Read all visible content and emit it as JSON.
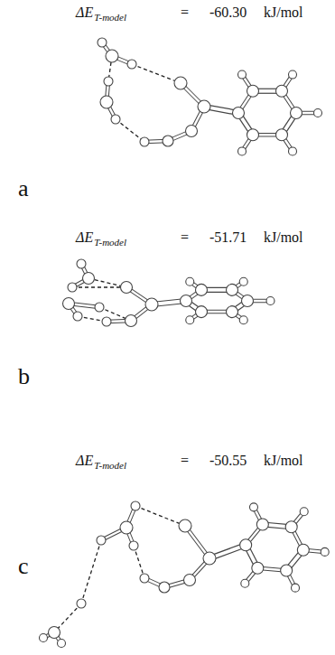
{
  "diagram": {
    "labels": [
      "ΔE",
      "T-model",
      "=",
      "-60.30",
      "kJ/mol",
      "a",
      "ΔE",
      "T-model",
      "=",
      "-51.71",
      "kJ/mol",
      "b",
      "ΔE",
      "T-model",
      "=",
      "-50.55",
      "kJ/mol",
      "c"
    ]
  }
}
